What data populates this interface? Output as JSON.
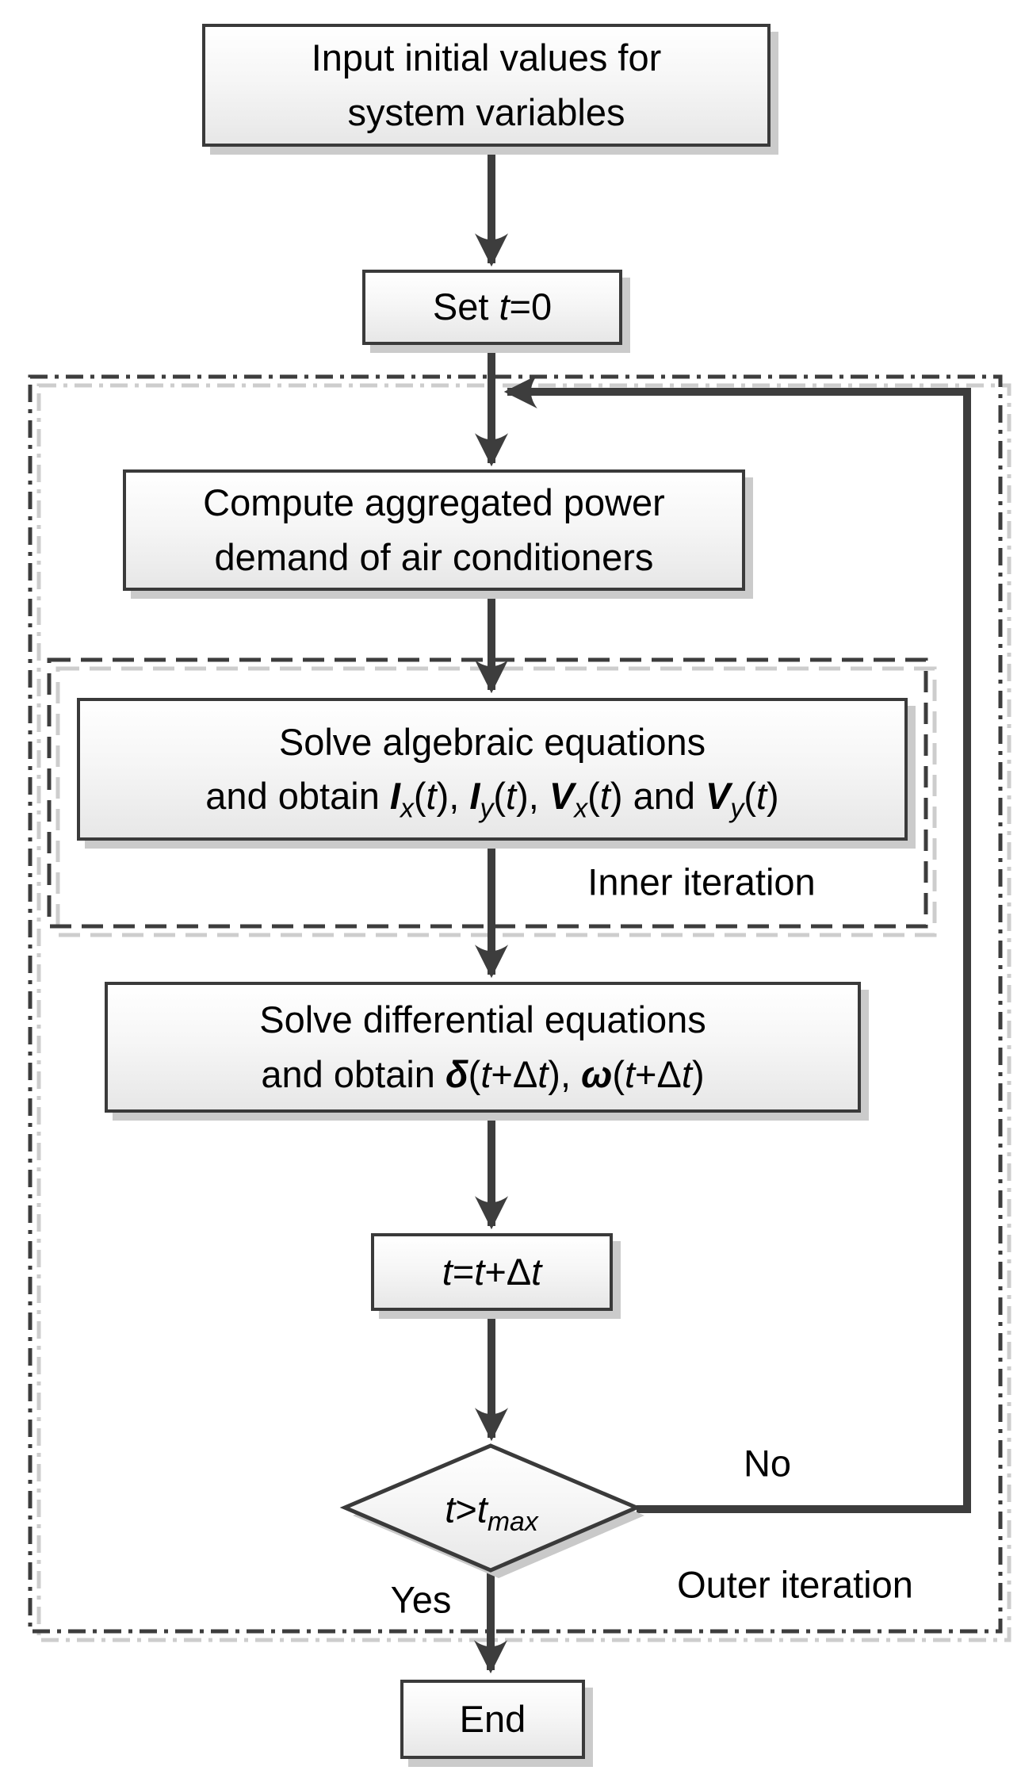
{
  "nodes": {
    "input": {
      "line1": "Input initial values for",
      "line2": "system variables"
    },
    "set_t": {
      "label_html": "Set <i>t</i>=0"
    },
    "compute": {
      "line1": "Compute aggregated power",
      "line2": "demand of air conditioners"
    },
    "algebraic": {
      "line1": "Solve algebraic equations",
      "line2_html": "and obtain <b><i>I</i></b><sub><i>x</i></sub>(<i>t</i>), <b><i>I</i></b><sub><i>y</i></sub>(<i>t</i>), <b><i>V</i></b><sub><i>x</i></sub>(<i>t</i>) and <b><i>V</i></b><sub><i>y</i></sub>(<i>t</i>)"
    },
    "differential": {
      "line1": "Solve differential equations",
      "line2_html": "and obtain <b><i>δ</i></b>(<i>t</i>+Δ<i>t</i>), <b><i>ω</i></b>(<i>t</i>+Δ<i>t</i>)"
    },
    "t_update": {
      "label_html": "<i>t</i>=<i>t</i>+Δ<i>t</i>"
    },
    "decision": {
      "label_html": "<i>t</i>&gt;<i>t</i><sub><i>max</i></sub>"
    },
    "end": {
      "label": "End"
    }
  },
  "labels": {
    "inner_iteration": "Inner iteration",
    "outer_iteration": "Outer iteration",
    "yes": "Yes",
    "no": "No"
  },
  "colors": {
    "line": "#3d3d3d",
    "border": "#3a3a3a",
    "shadow": "#cbcbcb",
    "fill_top": "#ffffff",
    "fill_bottom": "#e7e7e7"
  }
}
